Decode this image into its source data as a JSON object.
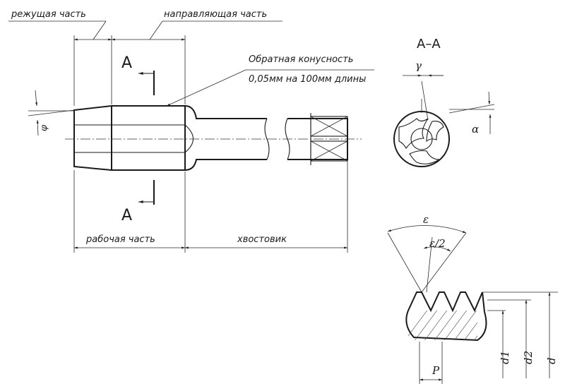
{
  "labels": {
    "cutting_part": "режущая часть",
    "guiding_part": "направляющая часть",
    "working_part": "рабочая часть",
    "shank": "хвостовик",
    "back_taper_line1": "Обратная конусность",
    "back_taper_line2": "0,05мм на 100мм длины",
    "section_mark_top": "А",
    "section_mark_bottom": "А",
    "section_title": "А–А"
  },
  "symbols": {
    "phi": "φ",
    "gamma": "γ",
    "alpha": "α",
    "epsilon": "ε",
    "epsilon_half": "ε/2",
    "pitch": "P",
    "d1": "d1",
    "d2": "d2",
    "d": "d"
  }
}
